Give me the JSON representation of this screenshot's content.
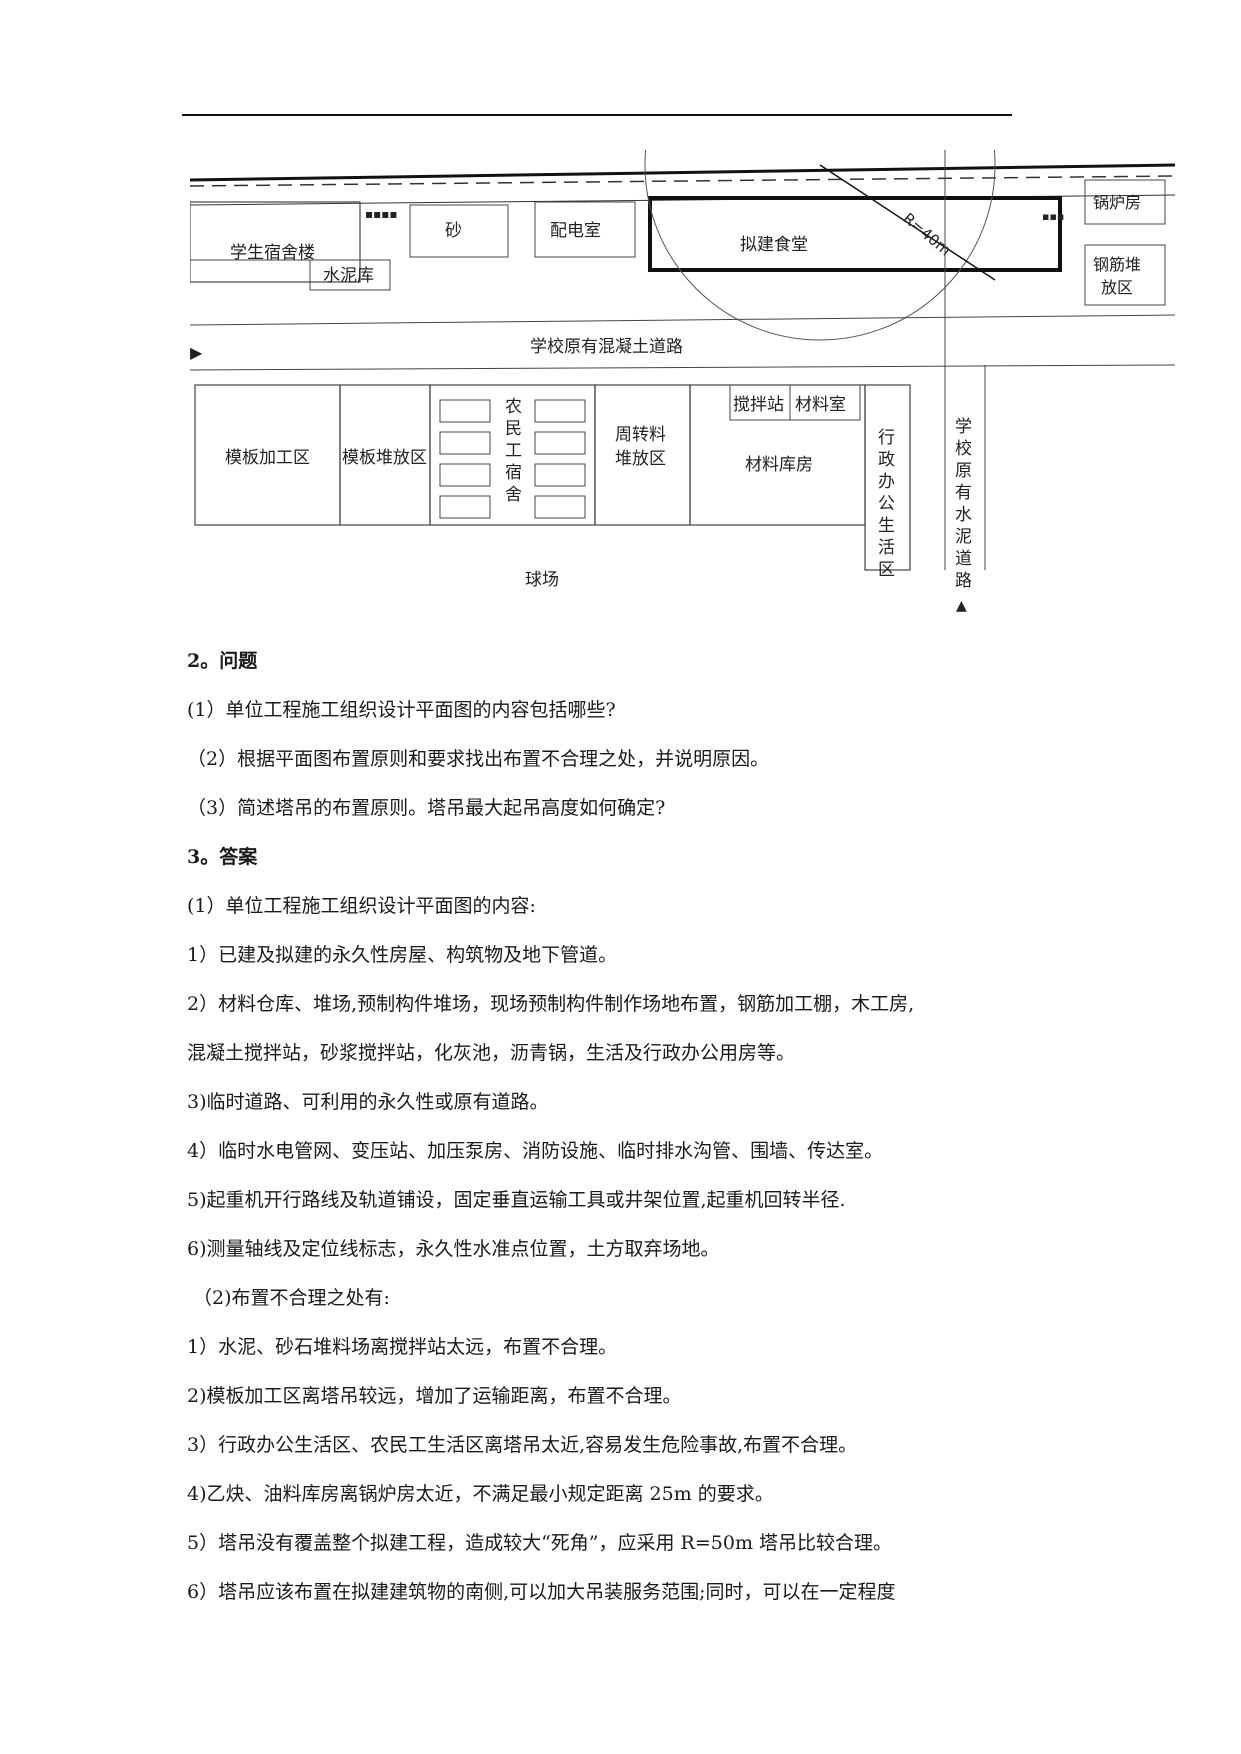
{
  "plan": {
    "labels": {
      "dorm": "学生宿舍楼",
      "sand": "砂",
      "power": "配电室",
      "canteen": "拟建食堂",
      "radius": "R=40m",
      "boiler": "锅炉房",
      "rebar1": "钢筋堆",
      "rebar2": "放区",
      "cement": "水泥库",
      "road": "学校原有混凝土道路",
      "formwork_proc": "模板加工区",
      "formwork_store": "模板堆放区",
      "worker_dorm": [
        "农",
        "民",
        "工",
        "宿",
        "舍"
      ],
      "turnover1": "周转料",
      "turnover2": "堆放区",
      "mixer": "搅拌站",
      "material_room": "材料室",
      "warehouse": "材料库房",
      "admin": [
        "行",
        "政",
        "办",
        "公",
        "生",
        "活",
        "区"
      ],
      "cement_road": [
        "学",
        "校",
        "原",
        "有",
        "水",
        "泥",
        "道",
        "路"
      ],
      "field": "球场"
    }
  },
  "doc": {
    "h2": "2。问题",
    "q1": "(1）单位工程施工组织设计平面图的内容包括哪些?",
    "q2": "（2）根据平面图布置原则和要求找出布置不合理之处，并说明原因。",
    "q3": "（3）简述塔吊的布置原则。塔吊最大起吊高度如何确定?",
    "h3": "3。答案",
    "a1": "(1）单位工程施工组织设计平面图的内容:",
    "a1_1": "1）已建及拟建的永久性房屋、构筑物及地下管道。",
    "a1_2a": "2）材料仓库、堆场,预制构件堆场，现场预制构件制作场地布置，钢筋加工棚，木工房,",
    "a1_2b": "混凝土搅拌站，砂浆搅拌站，化灰池，沥青锅，生活及行政办公用房等。",
    "a1_3": "3)临时道路、可利用的永久性或原有道路。",
    "a1_4": "4）临时水电管网、变压站、加压泵房、消防设施、临时排水沟管、围墙、传达室。",
    "a1_5": "5)起重机开行路线及轨道铺设，固定垂直运输工具或井架位置,起重机回转半径.",
    "a1_6": "6)测量轴线及定位线标志，永久性水准点位置，土方取弃场地。",
    "a2": "（2)布置不合理之处有:",
    "a2_1": "1）水泥、砂石堆料场离搅拌站太远，布置不合理。",
    "a2_2": "2)模板加工区离塔吊较远，增加了运输距离，布置不合理。",
    "a2_3": "3）行政办公生活区、农民工生活区离塔吊太近,容易发生危险事故,布置不合理。",
    "a2_4": "4)乙炔、油料库房离锅炉房太近，不满足最小规定距离 25m 的要求。",
    "a2_5": "5）塔吊没有覆盖整个拟建工程，造成较大“死角”，应采用 R=50m 塔吊比较合理。",
    "a2_6": "6）塔吊应该布置在拟建建筑物的南侧,可以加大吊装服务范围;同时，可以在一定程度"
  }
}
